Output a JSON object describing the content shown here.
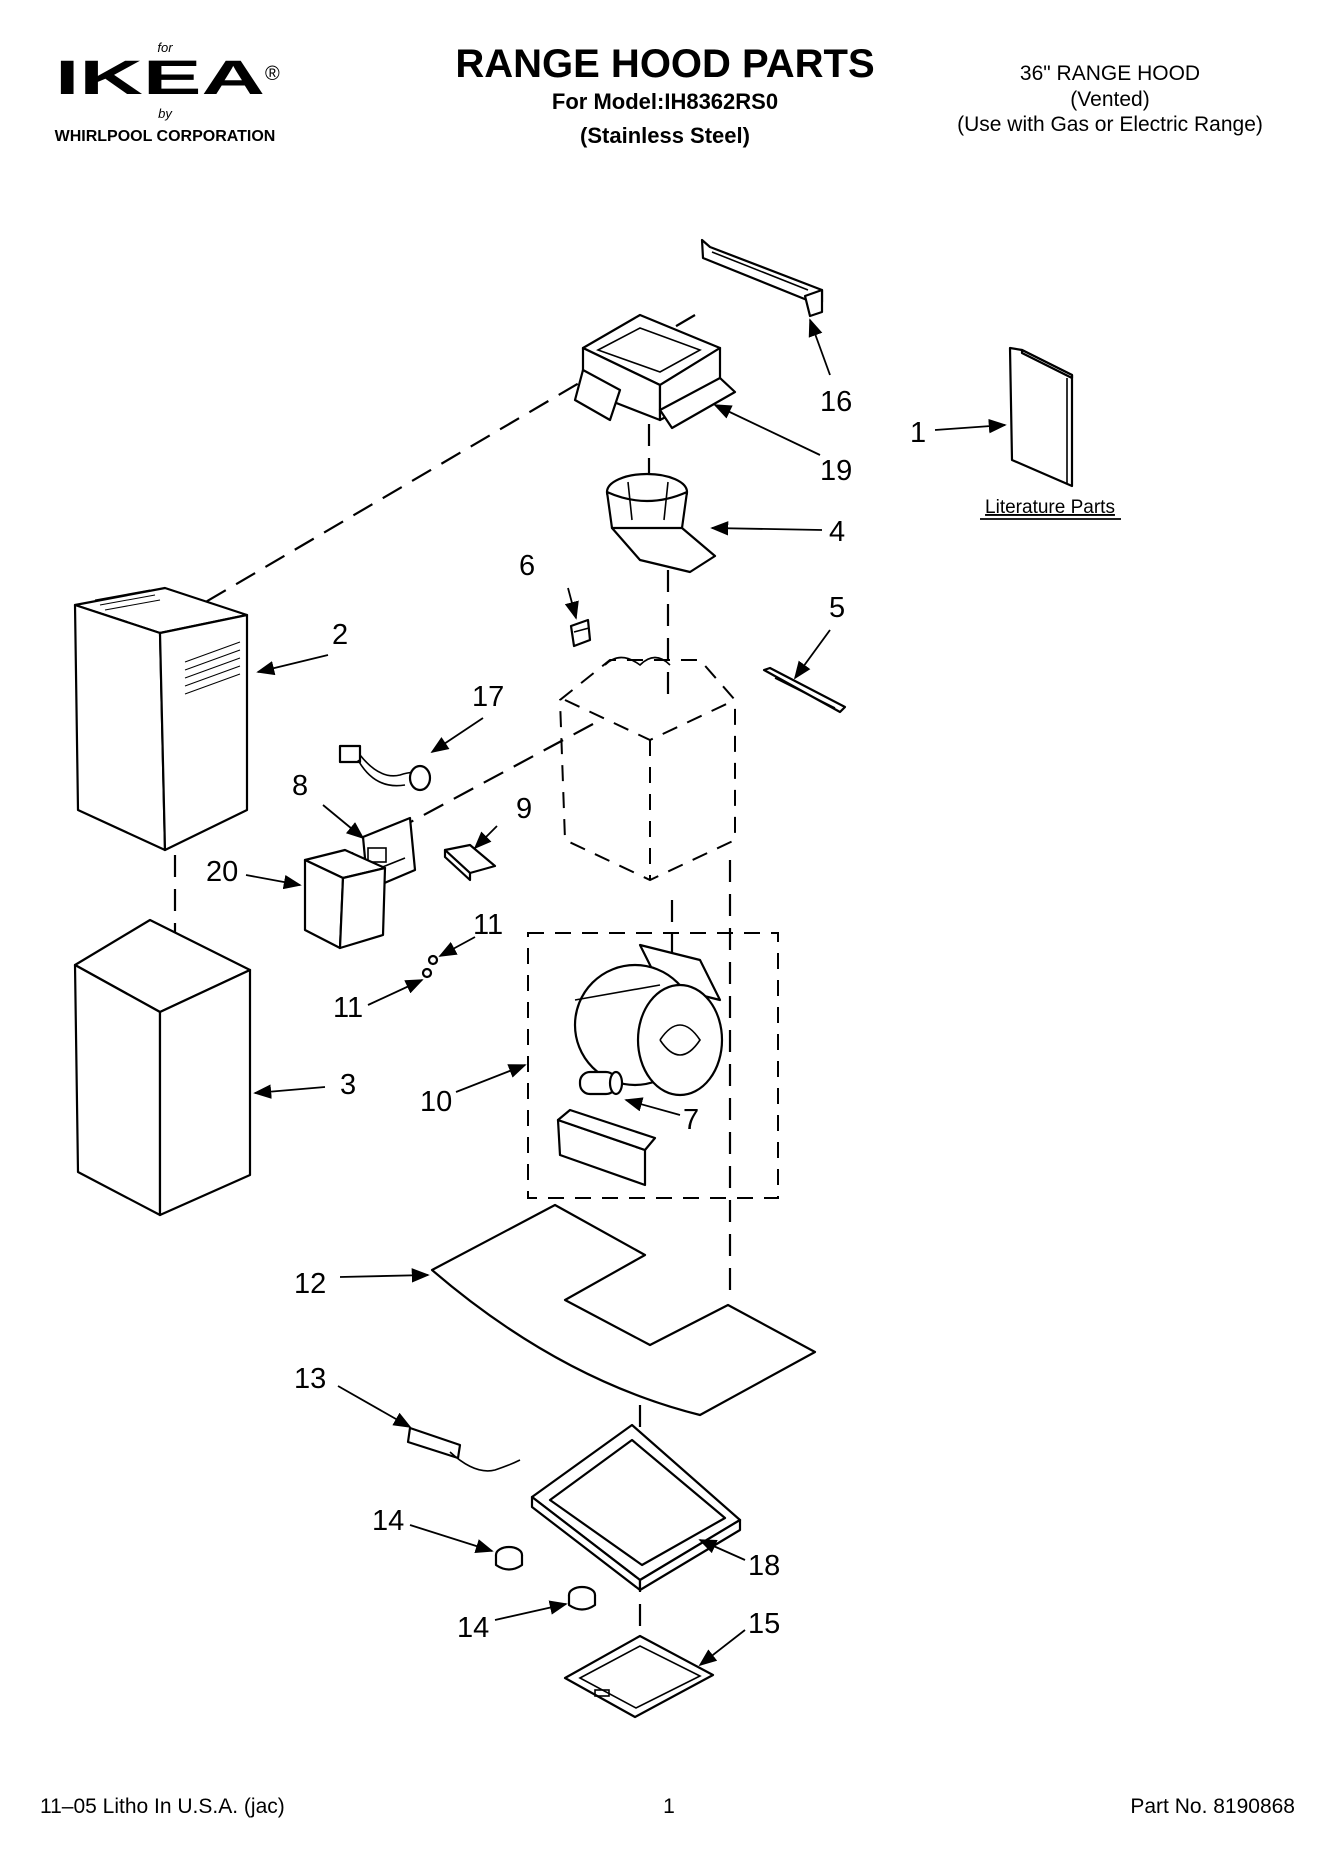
{
  "header": {
    "logo_for": "for",
    "logo_text": "IKEA",
    "logo_registered": "®",
    "logo_by": "by",
    "logo_company": "WHIRLPOOL CORPORATION",
    "title": "RANGE HOOD PARTS",
    "model_line": "For Model:IH8362RS0",
    "finish_line": "(Stainless Steel)",
    "product_line1": "36\" RANGE HOOD",
    "product_line2": "(Vented)",
    "product_line3": "(Use with Gas or Electric Range)"
  },
  "literature_label": "Literature Parts",
  "callouts": [
    "1",
    "2",
    "3",
    "4",
    "5",
    "6",
    "7",
    "8",
    "9",
    "10",
    "11",
    "11",
    "12",
    "13",
    "14",
    "14",
    "15",
    "16",
    "17",
    "18",
    "19",
    "20"
  ],
  "footer": {
    "litho": "11–05 Litho In U.S.A. (jac)",
    "page": "1",
    "part_no": "Part No. 8190868"
  }
}
